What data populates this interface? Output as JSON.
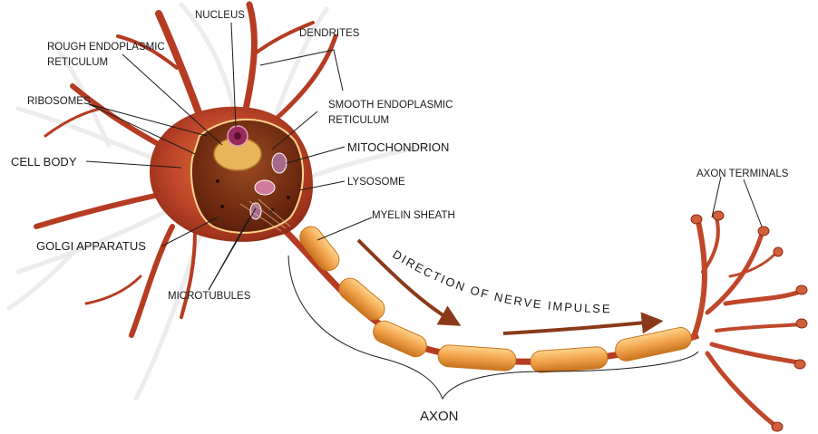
{
  "labels": {
    "nucleus": "NUCLEUS",
    "dendrites": "DENDRITES",
    "rough_er_line1": "ROUGH ENDOPLASMIC",
    "rough_er_line2": "RETICULUM",
    "ribosomes": "RIBOSOMES",
    "smooth_er_line1": "SMOOTH ENDOPLASMIC",
    "smooth_er_line2": "RETICULUM",
    "mitochondrion": "MITOCHONDRION",
    "cell_body": "CELL BODY",
    "lysosome": "LYSOSOME",
    "myelin_sheath": "MYELIN SHEATH",
    "axon_terminals": "AXON TERMINALS",
    "golgi_apparatus": "GOLGI APPARATUS",
    "microtubules": "MICROTUBULES",
    "axon": "AXON",
    "direction": "DIRECTION OF NERVE IMPULSE"
  },
  "colors": {
    "membrane": "#c0472a",
    "cytoplasm": "#7a2a10",
    "myelin": "#f0a24a",
    "arrow": "#8a3a18",
    "ghost_dendrites": "#ebebeb"
  }
}
